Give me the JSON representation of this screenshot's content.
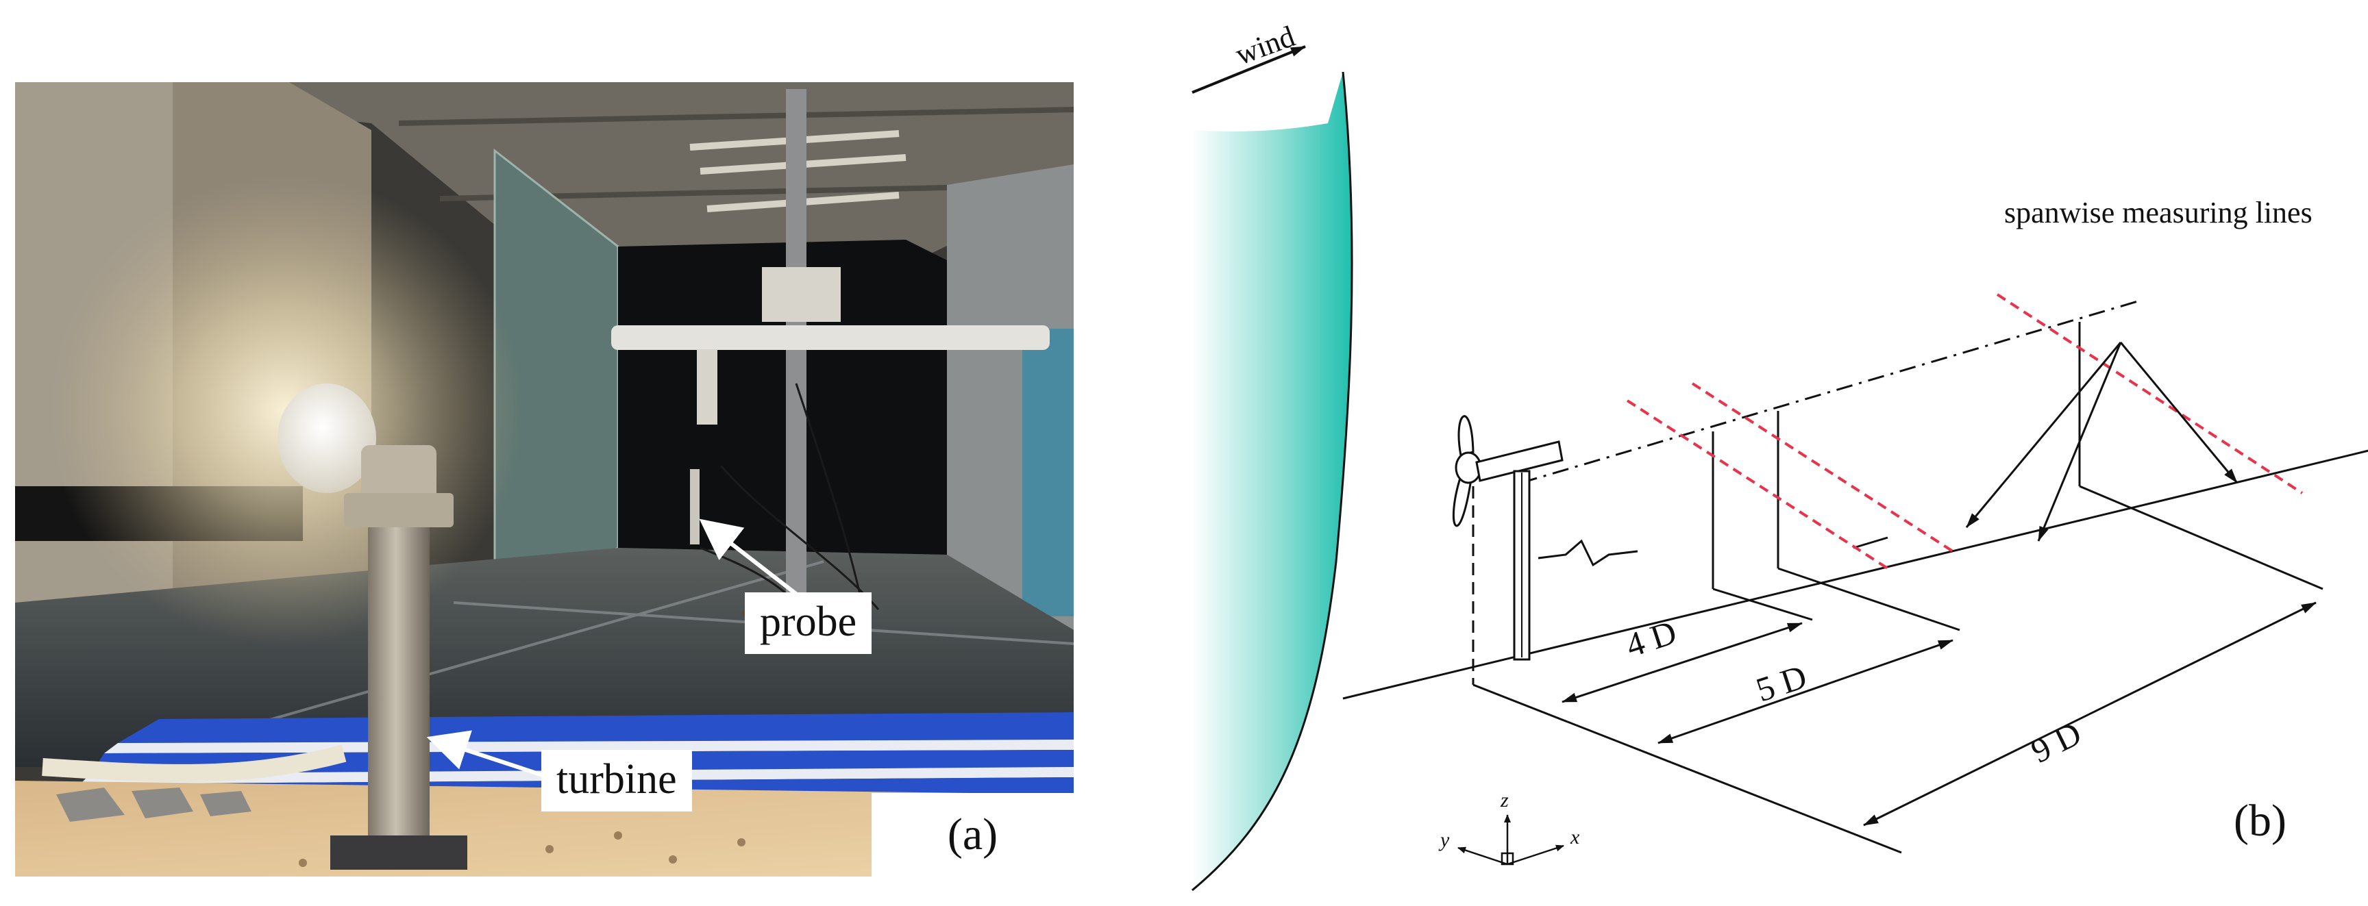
{
  "panel_a": {
    "labels": {
      "probe": "probe",
      "turbine": "turbine"
    },
    "tag": "(a)"
  },
  "panel_b": {
    "wind_label": "wind",
    "measuring_lines_label": "spanwise measuring lines",
    "distances": {
      "d4": "4 D",
      "d5": "5 D",
      "d9": "9 D"
    },
    "axes": {
      "x": "x",
      "y": "y",
      "z": "z"
    },
    "tag": "(b)"
  },
  "colors": {
    "inflow_teal": "#1fbfae",
    "measuring_line_red": "#e8344a",
    "tape_blue": "#2850c8",
    "floor_wood": "#e3c79c"
  }
}
